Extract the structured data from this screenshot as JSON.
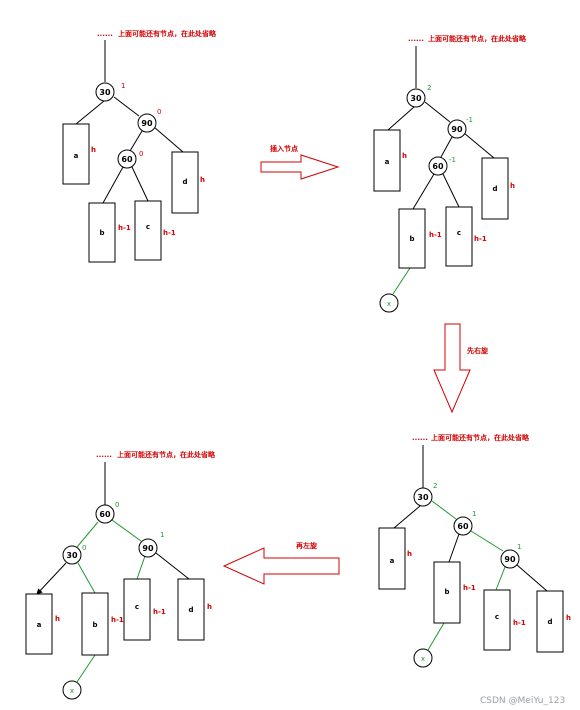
{
  "omit_note": "上面可能还有节点，在此处省略",
  "insert_label": "插入节点",
  "right_rotate_label": "先右旋",
  "left_rotate_label": "再左旋",
  "watermark": "CSDN @MeiYu_123",
  "colors": {
    "red": "#d40000",
    "green": "#1f9a2c",
    "black": "#000000"
  },
  "diagrams": {
    "d1": {
      "n30": "30",
      "n90": "90",
      "n60": "60",
      "bf30": "1",
      "bf90": "0",
      "bf60": "0",
      "a": "a",
      "b": "b",
      "c": "c",
      "d": "d",
      "h": "h",
      "hm1": "h-1"
    },
    "d2": {
      "n30": "30",
      "n90": "90",
      "n60": "60",
      "x": "x",
      "bf30": "2",
      "bf90": "-1",
      "bf60": "-1",
      "a": "a",
      "b": "b",
      "c": "c",
      "d": "d",
      "h": "h",
      "hm1": "h-1"
    },
    "d3": {
      "n30": "30",
      "n60": "60",
      "n90": "90",
      "x": "x",
      "bf30": "2",
      "bf60": "1",
      "bf90": "1",
      "a": "a",
      "b": "b",
      "c": "c",
      "d": "d",
      "h": "h",
      "hm1": "h-1"
    },
    "d4": {
      "n60": "60",
      "n30": "30",
      "n90": "90",
      "x": "x",
      "bf60": "0",
      "bf30": "0",
      "bf90": "1",
      "a": "a",
      "b": "b",
      "c": "c",
      "d": "d",
      "h": "h",
      "hm1": "h-1"
    }
  }
}
